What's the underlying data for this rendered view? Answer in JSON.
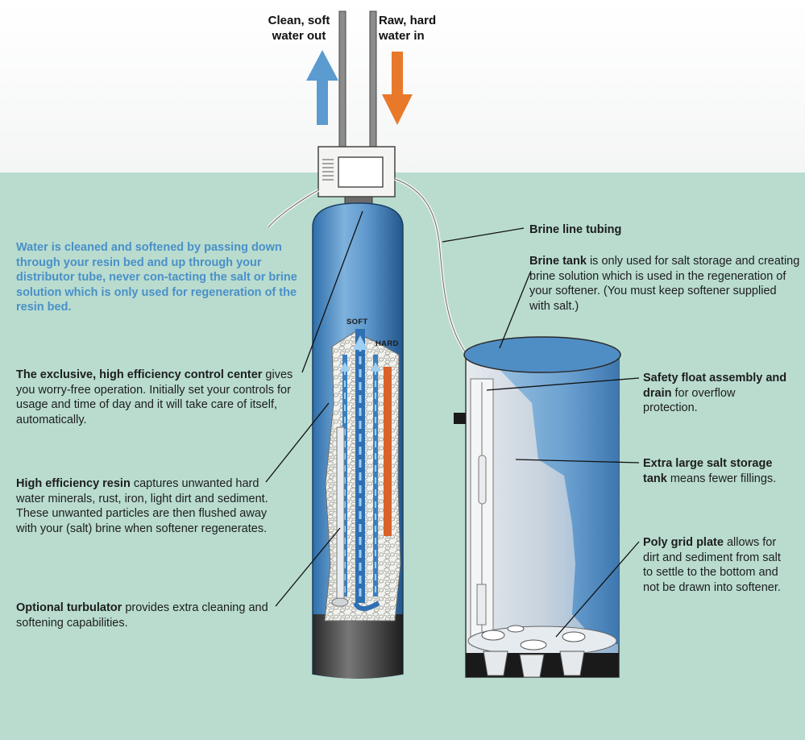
{
  "io": {
    "out_line1": "Clean, soft",
    "out_line2": "water out",
    "in_line1": "Raw, hard",
    "in_line2": "water in"
  },
  "intro_text": "Water is cleaned and softened by passing down through your resin bed and up through your distributor tube, never con-tacting the salt or brine solution which is only used for regeneration of the resin bed.",
  "tank_tags": {
    "soft": "SOFT",
    "hard": "HARD"
  },
  "labels": {
    "control": {
      "title": "The exclusive, high efficiency control center",
      "body": " gives you worry-free operation. Initially set your controls for usage and time of day and it will take care of itself, automatically."
    },
    "resin": {
      "title": "High efficiency resin",
      "body": " captures unwanted hard water minerals, rust, iron, light dirt and sediment. These unwanted particles are then flushed away with your (salt) brine when softener regenerates."
    },
    "turbulator": {
      "title": "Optional turbulator",
      "body": " provides extra cleaning and softening capabilities."
    },
    "brine_line": {
      "title": "Brine line tubing",
      "body": ""
    },
    "brine_tank": {
      "title": "Brine tank",
      "body": " is only used for salt storage and creating brine solution which is used in the regeneration of your softener. (You must keep softener supplied with salt.)"
    },
    "float": {
      "title": "Safety float assembly and drain",
      "body": " for overflow protection."
    },
    "salt_tank": {
      "title": "Extra large salt storage tank",
      "body": " means fewer fillings."
    },
    "grid": {
      "title": "Poly grid plate",
      "body": " allows for dirt and sediment from salt to settle to the bottom and not be drawn into softener."
    }
  },
  "colors": {
    "background": "#b9dccf",
    "sky": "#ffffff",
    "tank_blue": "#4f8ec5",
    "arrow_out": "#5b9bd0",
    "arrow_in": "#e8792b",
    "intro_text": "#4a90c8"
  }
}
